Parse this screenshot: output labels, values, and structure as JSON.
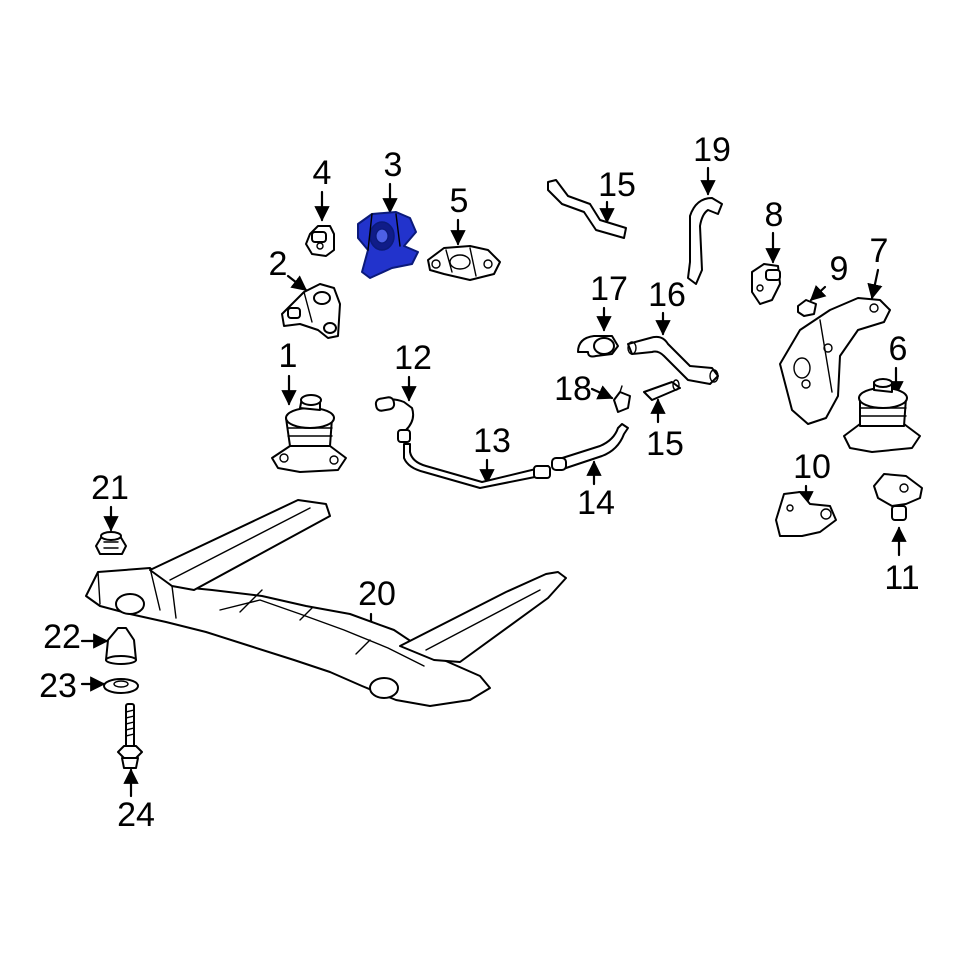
{
  "diagram": {
    "highlight_color": "#2233cc",
    "callouts": [
      {
        "id": "c1",
        "text": "1"
      },
      {
        "id": "c2",
        "text": "2"
      },
      {
        "id": "c3",
        "text": "3"
      },
      {
        "id": "c4",
        "text": "4"
      },
      {
        "id": "c5",
        "text": "5"
      },
      {
        "id": "c6",
        "text": "6"
      },
      {
        "id": "c7",
        "text": "7"
      },
      {
        "id": "c8",
        "text": "8"
      },
      {
        "id": "c9",
        "text": "9"
      },
      {
        "id": "c10",
        "text": "10"
      },
      {
        "id": "c11",
        "text": "11"
      },
      {
        "id": "c12",
        "text": "12"
      },
      {
        "id": "c13",
        "text": "13"
      },
      {
        "id": "c14",
        "text": "14"
      },
      {
        "id": "c15a",
        "text": "15"
      },
      {
        "id": "c15b",
        "text": "15"
      },
      {
        "id": "c16",
        "text": "16"
      },
      {
        "id": "c17",
        "text": "17"
      },
      {
        "id": "c18",
        "text": "18"
      },
      {
        "id": "c19",
        "text": "19"
      },
      {
        "id": "c20",
        "text": "20"
      },
      {
        "id": "c21",
        "text": "21"
      },
      {
        "id": "c22",
        "text": "22"
      },
      {
        "id": "c23",
        "text": "23"
      },
      {
        "id": "c24",
        "text": "24"
      }
    ]
  }
}
